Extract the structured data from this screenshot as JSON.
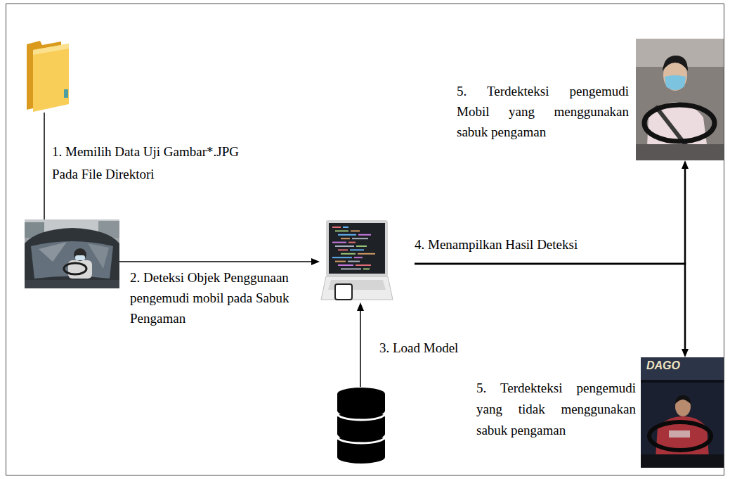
{
  "diagram": {
    "nodes": [
      {
        "text": []
      },
      {
        "text": [
          "5. Terdekteksi pengemudi Mobil yang menggunakan sabuk pengaman"
        ]
      },
      {
        "text": []
      },
      {
        "text": []
      },
      {
        "text": [
          "5. Terdekteksi pengemudi yang tidak menggunakan sabuk pengaman"
        ]
      },
      {
        "text": []
      }
    ],
    "edges": [
      {
        "from": 0,
        "to": 2,
        "arrow": "none",
        "label": "1. Memilih Data Uji Gambar*.JPG Pada File Direktori"
      },
      {
        "from": 2,
        "to": 3,
        "arrow": "to",
        "label": "2. Deteksi Objek Penggunaan pengemudi mobil pada Sabuk Pengaman"
      },
      {
        "from": 5,
        "to": 3,
        "arrow": "to",
        "label": "3. Load Model"
      },
      {
        "from": 3,
        "to": 1,
        "arrow": "to",
        "label": "4. Menampilkan Hasil Deteksi"
      },
      {
        "from": 3,
        "to": 4,
        "arrow": "to"
      }
    ],
    "labels": [
      "DAGO"
    ]
  }
}
